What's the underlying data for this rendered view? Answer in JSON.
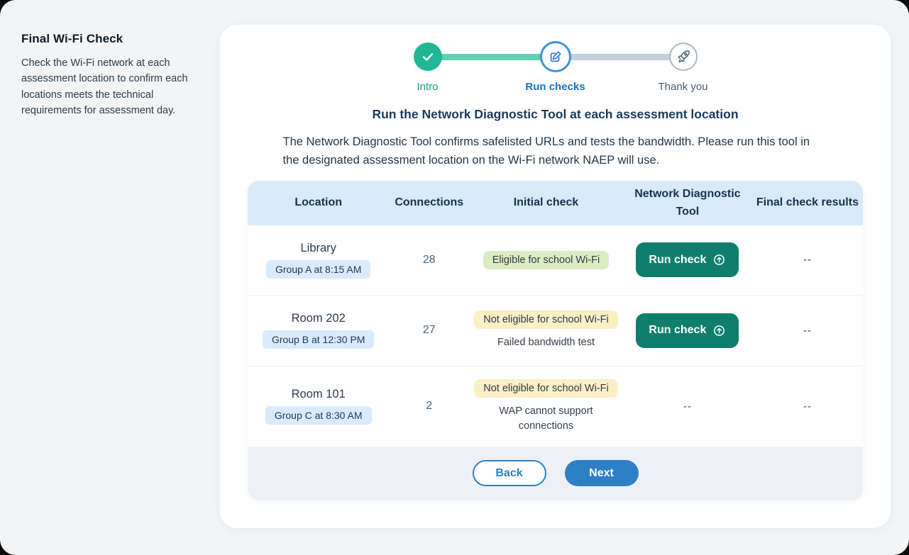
{
  "sidebar": {
    "title": "Final Wi-Fi Check",
    "description": "Check the Wi-Fi network at each assessment location to confirm each locations meets the technical requirements for assessment day."
  },
  "stepper": {
    "steps": [
      {
        "label": "Intro",
        "state": "complete",
        "icon": "check-icon"
      },
      {
        "label": "Run checks",
        "state": "current",
        "icon": "edit-icon"
      },
      {
        "label": "Thank you",
        "state": "upcoming",
        "icon": "rocket-icon"
      }
    ]
  },
  "main": {
    "heading": "Run the Network Diagnostic Tool at each assessment location",
    "description": "The Network Diagnostic Tool confirms safelisted URLs and tests the bandwidth. Please run this tool in the designated assessment location on the Wi-Fi network NAEP will use."
  },
  "table": {
    "headers": [
      "Location",
      "Connections",
      "Initial check",
      "Network Diagnostic Tool",
      "Final check results"
    ],
    "rows": [
      {
        "location": "Library",
        "group": "Group A at 8:15 AM",
        "connections": "28",
        "status": "Eligible for school Wi-Fi",
        "status_type": "eligible",
        "status_note": "",
        "action": "Run check",
        "action_icon": "launch-up-arrow-icon",
        "final": "--"
      },
      {
        "location": "Room 202",
        "group": "Group B at 12:30 PM",
        "connections": "27",
        "status": "Not eligible for school Wi-Fi",
        "status_type": "not-eligible",
        "status_note": "Failed bandwidth test",
        "action": "Run check",
        "action_icon": "launch-up-arrow-icon",
        "final": "--"
      },
      {
        "location": "Room 101",
        "group": "Group C at 8:30 AM",
        "connections": "2",
        "status": "Not eligible for school Wi-Fi",
        "status_type": "not-eligible",
        "status_note": "WAP cannot support connections",
        "ndt": "--",
        "final": "--"
      }
    ],
    "footer": {
      "back_label": "Back",
      "next_label": "Next"
    }
  },
  "colors": {
    "page_bg": "#f2f4f6",
    "card_bg": "#ffffff",
    "step_complete_green": "#1fb795",
    "step_bar_green": "#5ed2b1",
    "step_bar_gray": "#c5d0dd",
    "step_current_blue": "#4190da",
    "header_bg": "#d9eafb",
    "group_pill_bg": "#d9ebfc",
    "eligible_pill_bg": "#dbedc3",
    "not_eligible_pill_bg": "#fbefc5",
    "run_check_teal": "#107e6c",
    "primary_blue": "#2e80c4",
    "footer_bg": "#edf1f7",
    "heading_navy": "#1a3a5c"
  }
}
